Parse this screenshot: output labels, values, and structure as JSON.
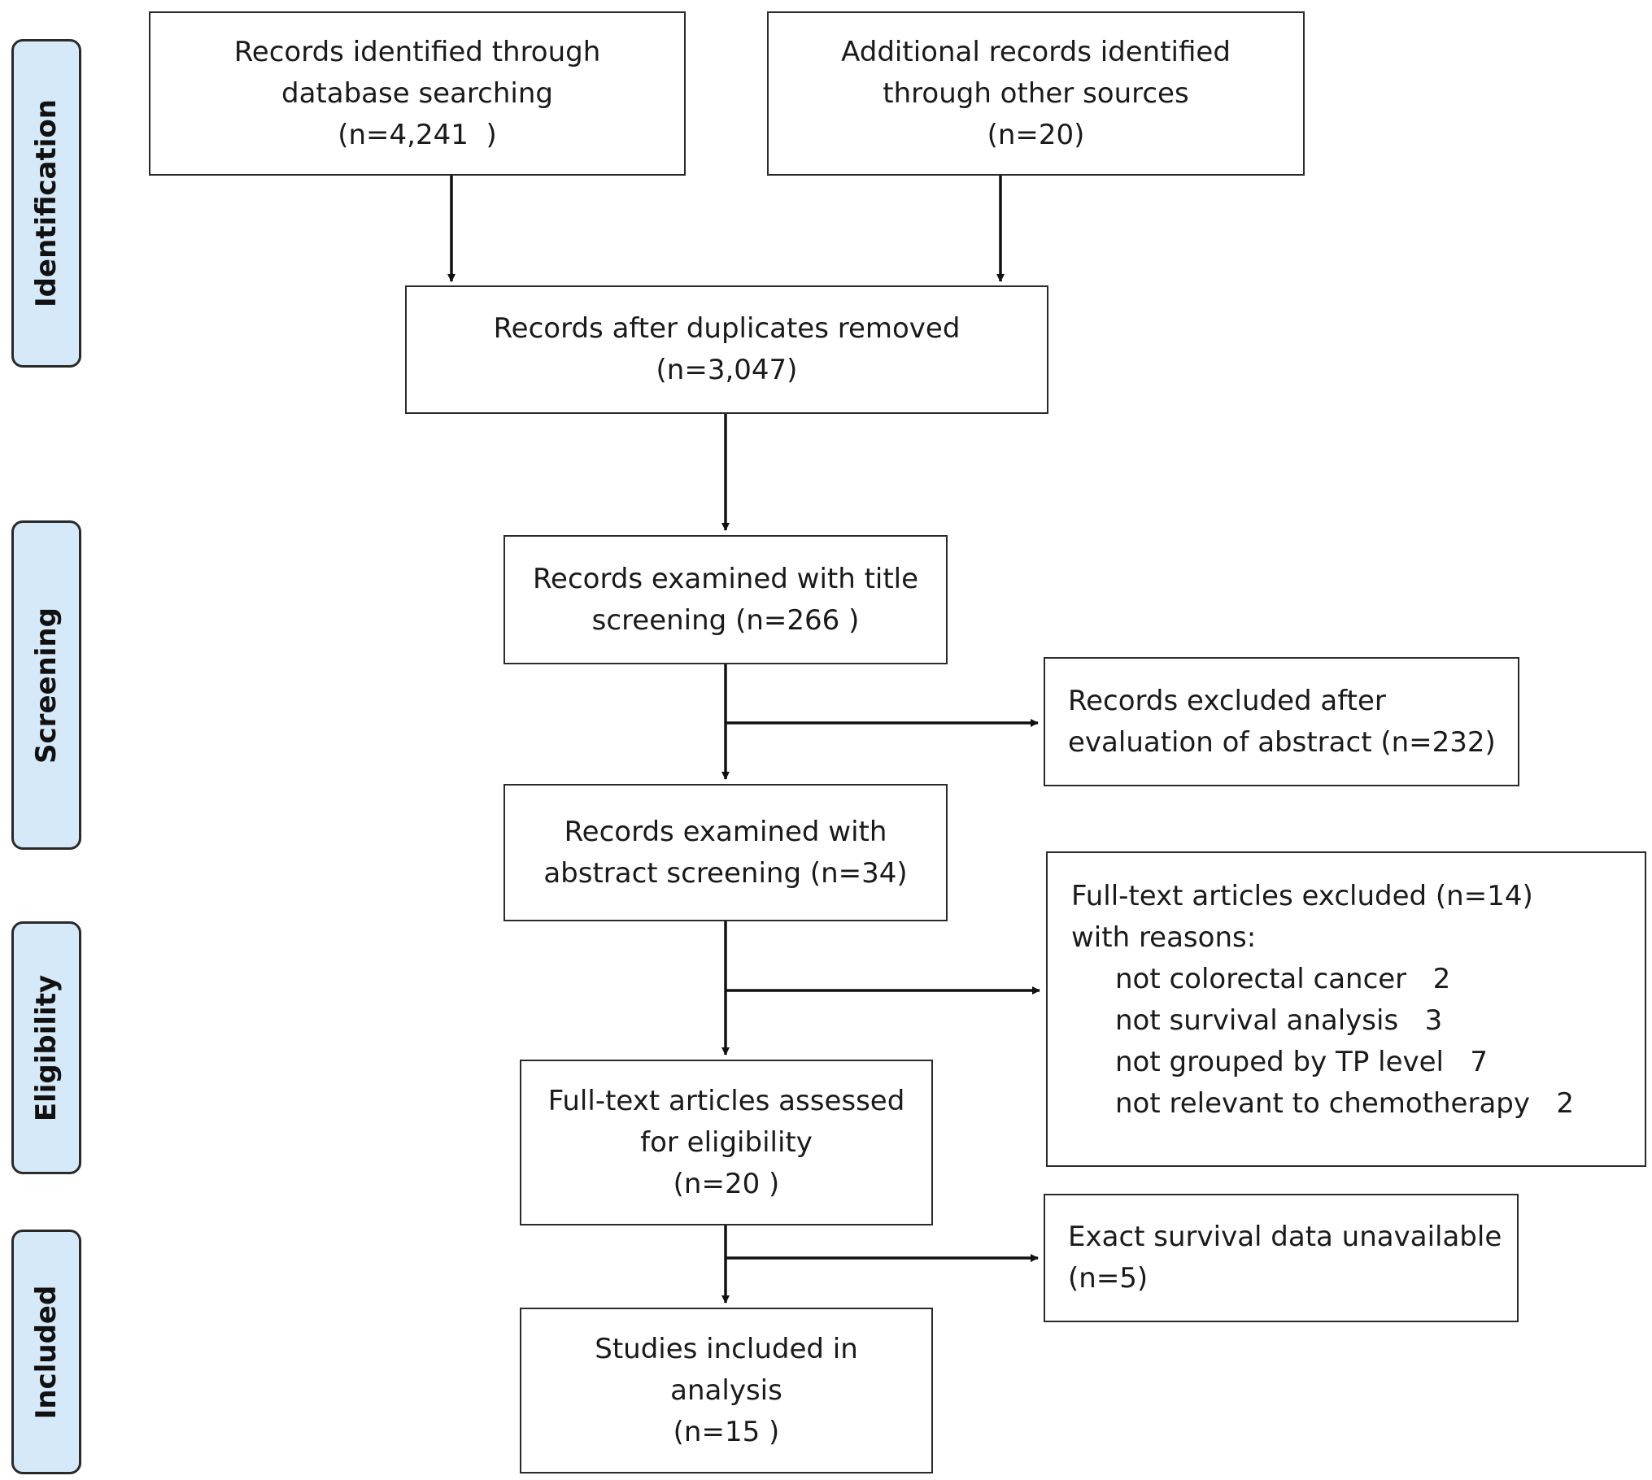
{
  "stages": {
    "identification": "Identification",
    "screening": "Screening",
    "eligibility": "Eligibility",
    "included": "Included"
  },
  "boxes": {
    "database_search": {
      "line1": "Records identified through",
      "line2": "database searching",
      "line3": "(n=4,241  )"
    },
    "other_sources": {
      "line1": "Additional records identified",
      "line2": "through other sources",
      "line3": "(n=20)"
    },
    "duplicates_removed": {
      "line1": "Records after duplicates removed",
      "line2": "(n=3,047)"
    },
    "title_screening": {
      "line1": "Records examined with title",
      "line2": "screening (n=266 )"
    },
    "excluded_abstract": {
      "line1": "Records excluded after",
      "line2": "evaluation of abstract (n=232)"
    },
    "abstract_screening": {
      "line1": "Records examined with",
      "line2": "abstract screening (n=34)"
    },
    "fulltext_excluded": {
      "line1": "Full-text articles excluded (n=14)",
      "line2": "with reasons:",
      "reasons": [
        "not colorectal cancer   2",
        "not survival analysis   3",
        "not grouped by TP level   7",
        "not relevant to chemotherapy   2"
      ]
    },
    "fulltext_assessed": {
      "line1": "Full-text articles assessed",
      "line2": "for eligibility",
      "line3": "(n=20 )"
    },
    "survival_unavailable": {
      "line1": "Exact survival data unavailable",
      "line2": "(n=5)"
    },
    "included_studies": {
      "line1": "Studies included in",
      "line2": "analysis",
      "line3": "(n=15 )"
    }
  }
}
